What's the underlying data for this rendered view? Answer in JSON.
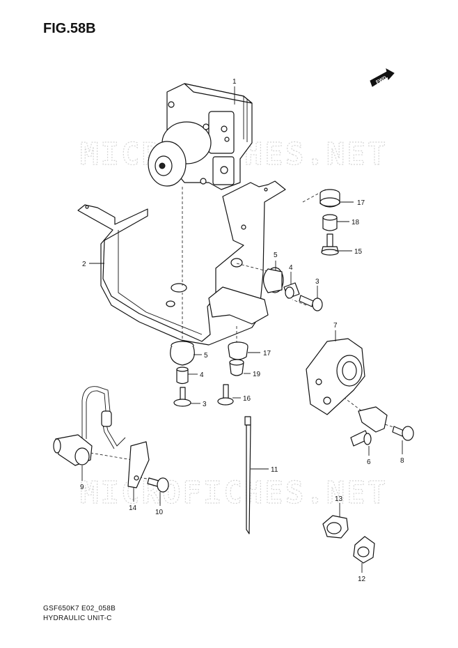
{
  "figure": {
    "title": "FIG.58B",
    "fwd_label": "FWD",
    "watermark": "MICROFICHES.NET",
    "footer_code": "GSF650K7 E02_058B",
    "footer_name": "HYDRAULIC UNIT-C"
  },
  "callouts": {
    "c1": "1",
    "c2": "2",
    "c3a": "3",
    "c3b": "3",
    "c4a": "4",
    "c4b": "4",
    "c5a": "5",
    "c5b": "5",
    "c6": "6",
    "c7": "7",
    "c8": "8",
    "c9": "9",
    "c10": "10",
    "c11": "11",
    "c12": "12",
    "c13": "13",
    "c14": "14",
    "c15": "15",
    "c16": "16",
    "c17a": "17",
    "c17b": "17",
    "c18": "18",
    "c19": "19"
  }
}
